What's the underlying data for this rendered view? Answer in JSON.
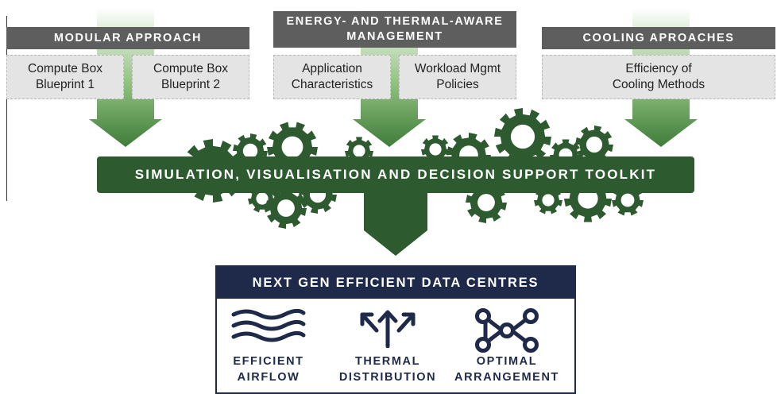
{
  "colors": {
    "header_gray": "#5e5e5e",
    "box_gray": "#e4e4e4",
    "dark_green": "#2e5a30",
    "light_green": "#6fa85f",
    "navy": "#1f2a4a"
  },
  "modular": {
    "header": "MODULAR APPROACH",
    "boxes": [
      "Compute Box\nBlueprint 1",
      "Compute Box\nBlueprint 2"
    ]
  },
  "energy": {
    "header_line1": "ENERGY- AND THERMAL-AWARE",
    "header_line2": "MANAGEMENT",
    "boxes": [
      "Application\nCharacteristics",
      "Workload Mgmt\nPolicies"
    ]
  },
  "cooling": {
    "header": "COOLING APROACHES",
    "boxes": [
      "Efficiency of\nCooling Methods"
    ]
  },
  "toolkit": {
    "label": "SIMULATION, VISUALISATION AND DECISION SUPPORT TOOLKIT"
  },
  "nextgen": {
    "title": "NEXT GEN EFFICIENT DATA CENTRES",
    "items": [
      {
        "icon": "airflow-icon",
        "line1": "EFFICIENT",
        "line2": "AIRFLOW"
      },
      {
        "icon": "thermal-distribution-icon",
        "line1": "THERMAL",
        "line2": "DISTRIBUTION"
      },
      {
        "icon": "network-arrangement-icon",
        "line1": "OPTIMAL",
        "line2": "ARRANGEMENT"
      }
    ]
  }
}
